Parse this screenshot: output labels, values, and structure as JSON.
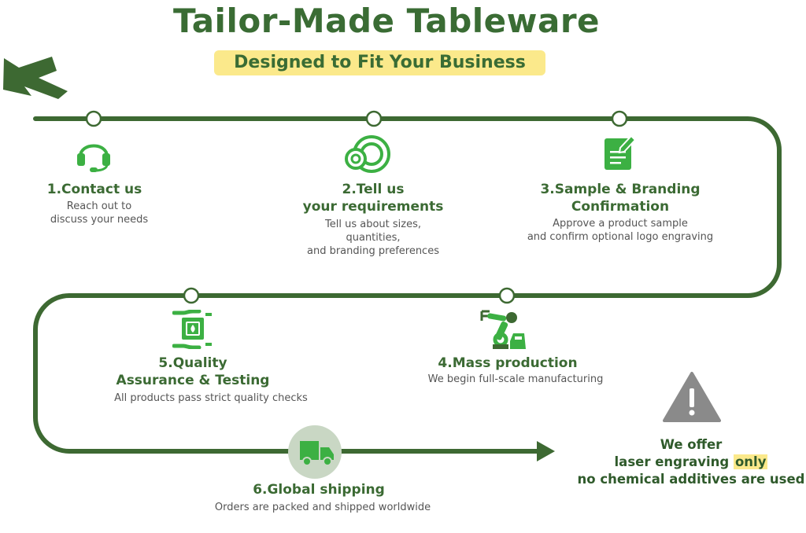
{
  "header": {
    "title": "Tailor-Made Tableware",
    "subtitle": "Designed to Fit Your Business"
  },
  "colors": {
    "dark_green": "#3d6932",
    "icon_green": "#3cb043",
    "highlight": "#fbe98b",
    "warning_gray": "#8a8a8a",
    "truck_circle": "#c9d7c4"
  },
  "steps": [
    {
      "title_lines": [
        "1.Contact us"
      ],
      "desc_lines": [
        "Reach out to",
        "discuss your needs"
      ],
      "icon": "headset-icon"
    },
    {
      "title_lines": [
        "2.Tell us",
        "your requirements"
      ],
      "desc_lines": [
        "Tell us about sizes,",
        "quantities,",
        "and branding preferences"
      ],
      "icon": "plates-icon"
    },
    {
      "title_lines": [
        "3.Sample & Branding",
        "Confirmation"
      ],
      "desc_lines": [
        "Approve a product sample",
        "and confirm optional logo engraving"
      ],
      "icon": "document-edit-icon"
    },
    {
      "title_lines": [
        "4.Mass production"
      ],
      "desc_lines": [
        "We begin full-scale manufacturing"
      ],
      "icon": "robot-arm-icon"
    },
    {
      "title_lines": [
        "5.Quality",
        "Assurance & Testing"
      ],
      "desc_lines": [
        "All products pass strict quality checks"
      ],
      "icon": "quality-box-hands-icon"
    },
    {
      "title_lines": [
        "6.Global shipping"
      ],
      "desc_lines": [
        "Orders are packed and shipped worldwide"
      ],
      "icon": "truck-icon"
    }
  ],
  "note": {
    "icon": "warning-icon",
    "line1": "We offer",
    "line2_before": "laser engraving ",
    "line2_highlight": "only",
    "line3": "no chemical additives are used"
  }
}
